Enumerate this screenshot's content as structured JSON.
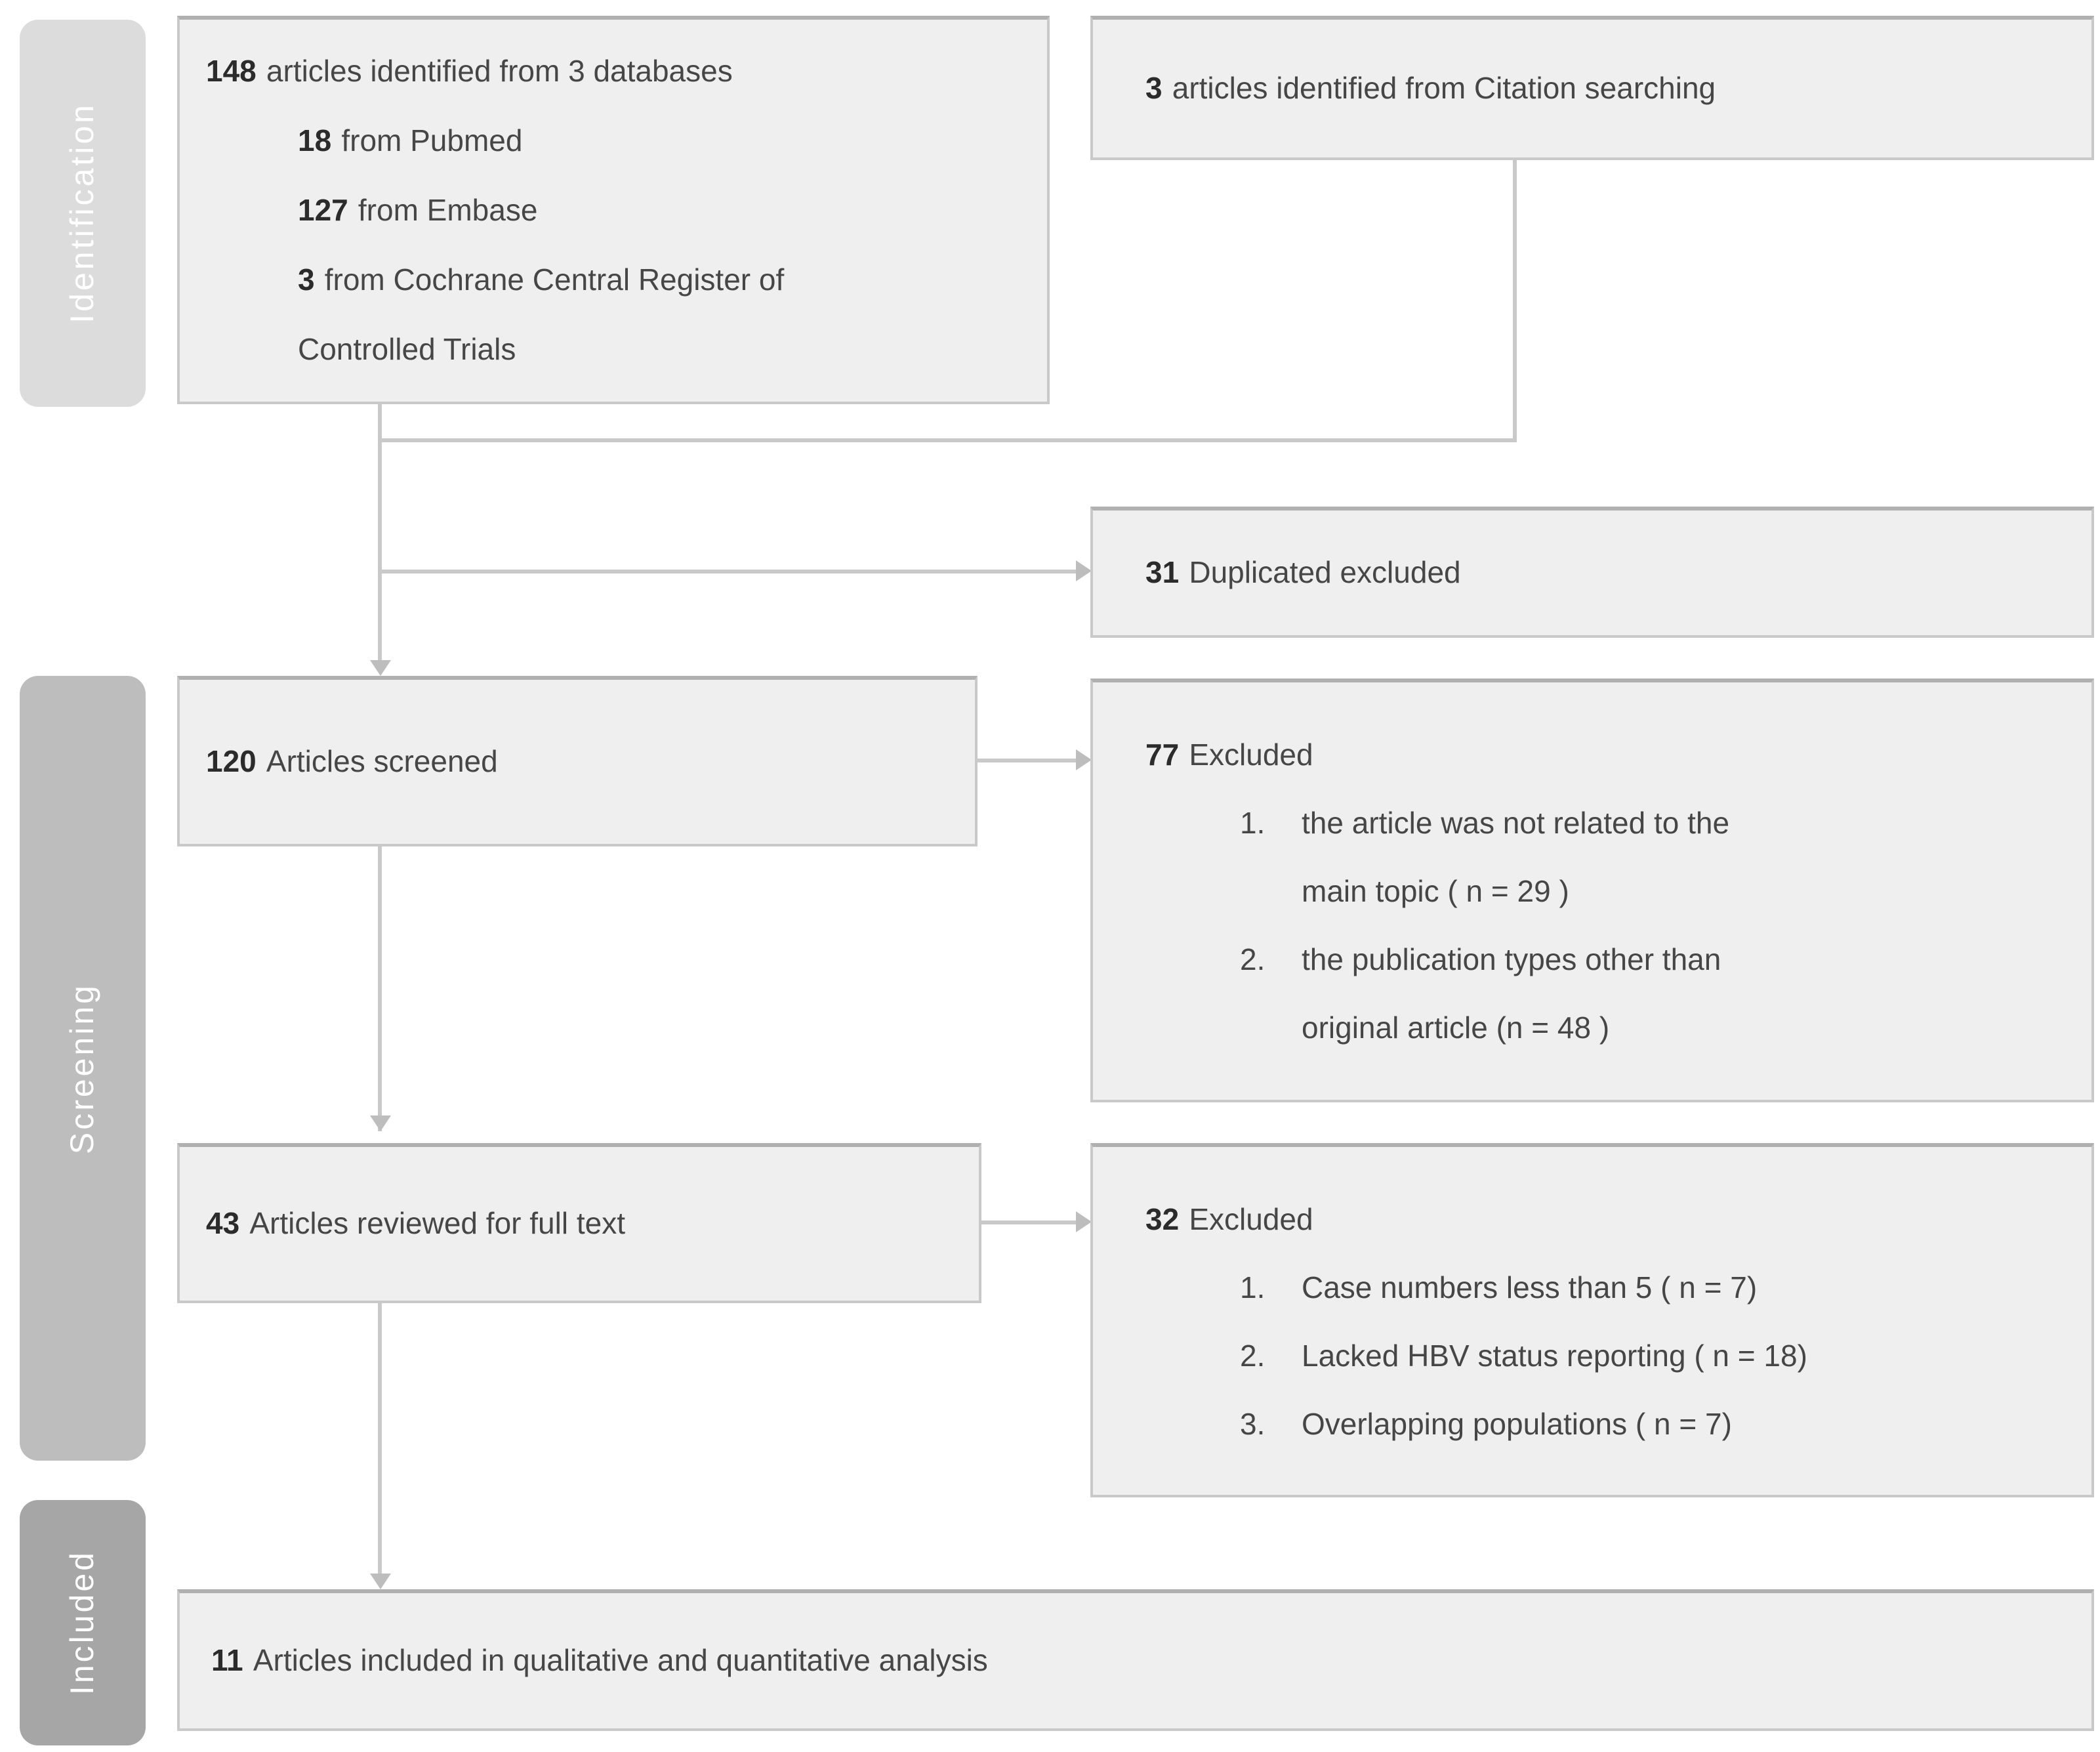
{
  "stages": {
    "identification": "Identification",
    "screening": "Screening",
    "included": "Included"
  },
  "boxes": {
    "identified": {
      "lines": [
        {
          "num": "148",
          "text": "articles identified from 3 databases"
        },
        {
          "num": "18",
          "text": "from Pubmed"
        },
        {
          "num": "127",
          "text": "from Embase"
        },
        {
          "num": "3",
          "text": "from Cochrane Central Register of"
        },
        {
          "num": "",
          "text": "Controlled Trials"
        }
      ]
    },
    "citation": {
      "num": "3",
      "text": "articles identified from Citation searching"
    },
    "duplicates": {
      "num": "31",
      "text": "Duplicated excluded"
    },
    "screened": {
      "num": "120",
      "text": "Articles screened"
    },
    "excluded_screening": {
      "num": "77",
      "text": "Excluded",
      "items": [
        {
          "marker": "1.",
          "line1": "the article was not related to the",
          "line2": "main topic ( n = 29 )"
        },
        {
          "marker": "2.",
          "line1": "the publication types other than",
          "line2": "original article (n = 48 )"
        }
      ]
    },
    "fulltext": {
      "num": "43",
      "text": "Articles reviewed for full text"
    },
    "excluded_fulltext": {
      "num": "32",
      "text": "Excluded",
      "items": [
        {
          "marker": "1.",
          "line1": "Case numbers less than 5 ( n = 7)",
          "line2": ""
        },
        {
          "marker": "2.",
          "line1": "Lacked HBV status reporting ( n = 18)",
          "line2": ""
        },
        {
          "marker": "3.",
          "line1": "Overlapping populations ( n = 7)",
          "line2": ""
        }
      ]
    },
    "included": {
      "num": "11",
      "text": "Articles included in qualitative and quantitative analysis"
    }
  },
  "colors": {
    "box_fill": "#efefef",
    "box_border": "#c9c9c9",
    "connector": "#c9c9c9",
    "rail_identification": "#dcdcdc",
    "rail_screening": "#bdbdbd",
    "rail_included": "#a6a6a6",
    "rail_text": "#ffffff",
    "number_text": "#2b2b2b",
    "body_text": "#464646"
  }
}
